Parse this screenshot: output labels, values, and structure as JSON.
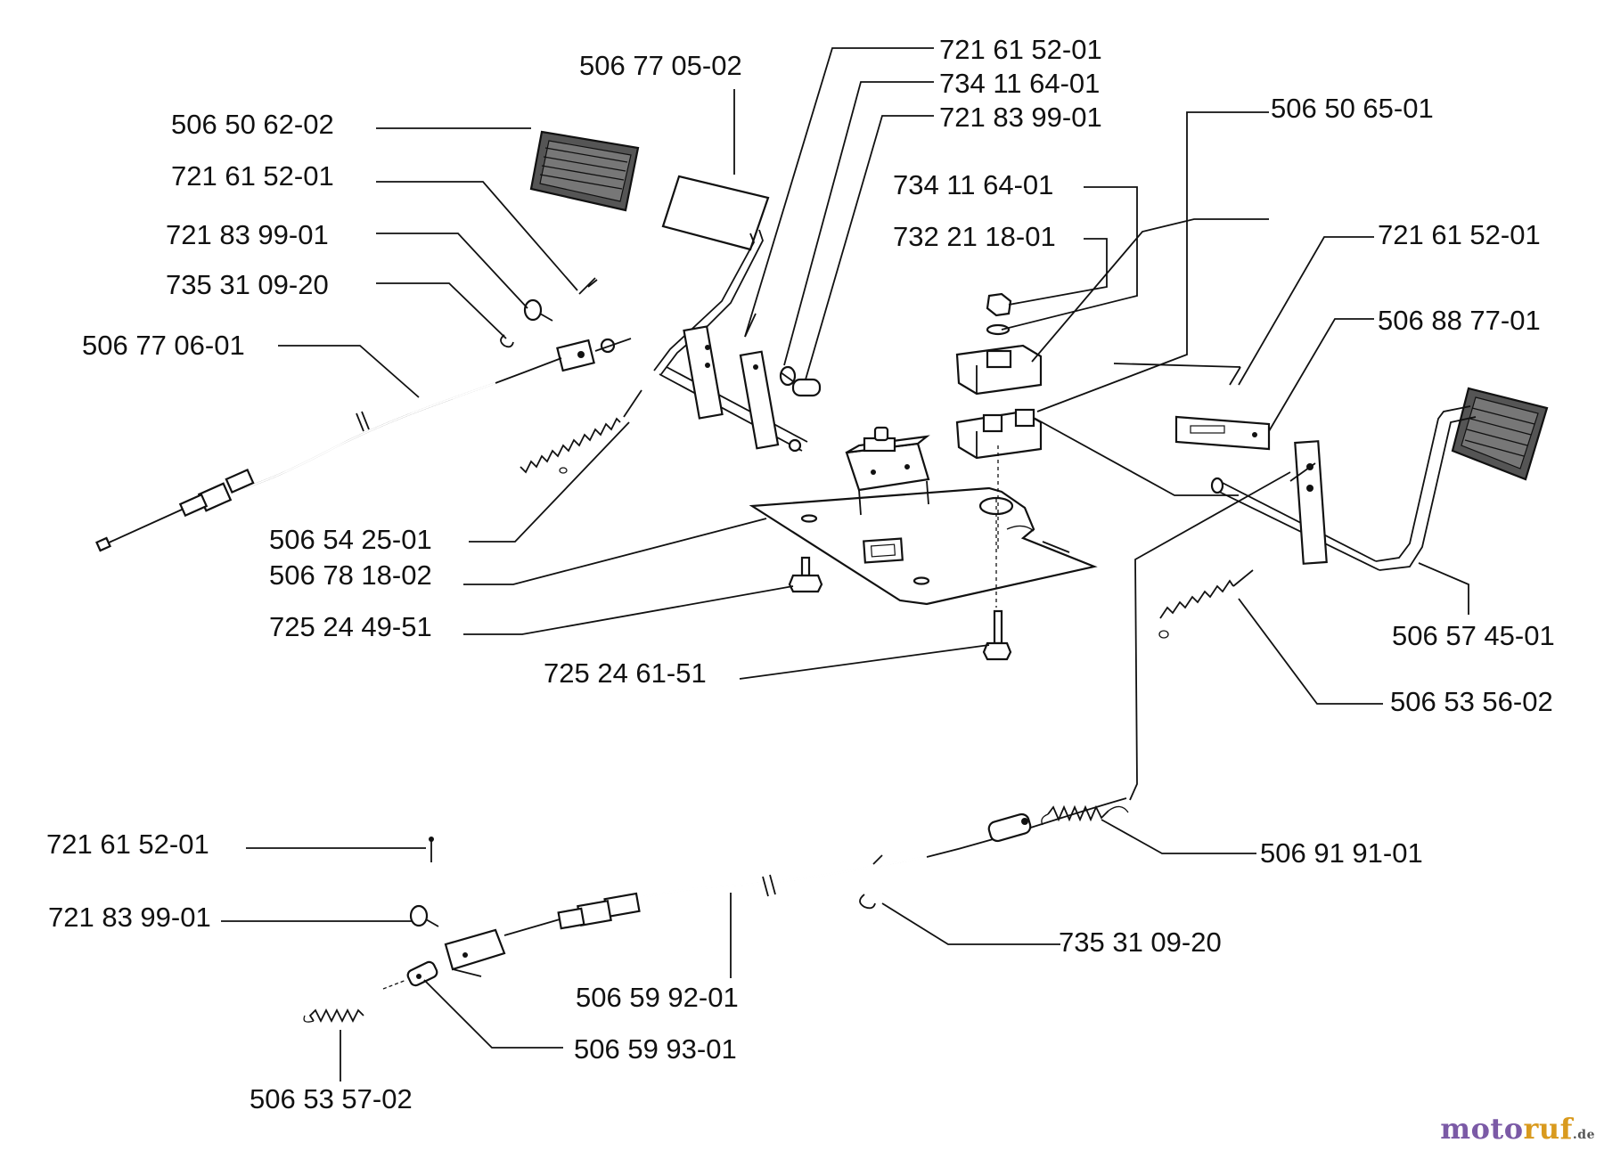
{
  "diagram": {
    "labels": [
      "506 77 05-02",
      "721 61 52-01",
      "734 11 64-01",
      "721 83 99-01",
      "506  50 62-02",
      "721 61 52-01",
      "721 83 99-01",
      "735 31 09-20",
      "506 77 06-01",
      "506 50 65-01",
      "734 11 64-01",
      "732 21 18-01",
      "721 61 52-01",
      "506 88 77-01",
      "506 54 25-01",
      "506 78 18-02",
      "725 24 49-51",
      "725 24 61-51",
      "506 57 45-01",
      "506 53 56-02",
      "721 61 52-01",
      "721 83 99-01",
      "506 91 91-01",
      "735 31 09-20",
      "506 59 92-01",
      "506 59 93-01",
      "506 53 57-02"
    ]
  },
  "watermark": {
    "text_part1": "moto",
    "text_part2": "ruf",
    "suffix": ".de",
    "colors": {
      "part1": "#7b5aa6",
      "part2": "#d99a1e"
    }
  }
}
